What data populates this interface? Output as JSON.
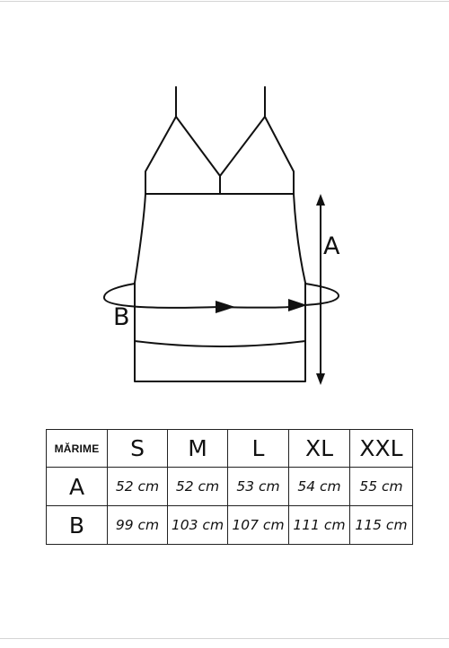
{
  "diagram": {
    "measure_a_label": "A",
    "measure_b_label": "B"
  },
  "size_table": {
    "header_label": "MĂRIME",
    "sizes": [
      "S",
      "M",
      "L",
      "XL",
      "XXL"
    ],
    "rows": [
      {
        "label": "A",
        "values": [
          "52 cm",
          "52 cm",
          "53 cm",
          "54 cm",
          "55 cm"
        ]
      },
      {
        "label": "B",
        "values": [
          "99 cm",
          "103 cm",
          "107 cm",
          "111 cm",
          "115 cm"
        ]
      }
    ]
  }
}
